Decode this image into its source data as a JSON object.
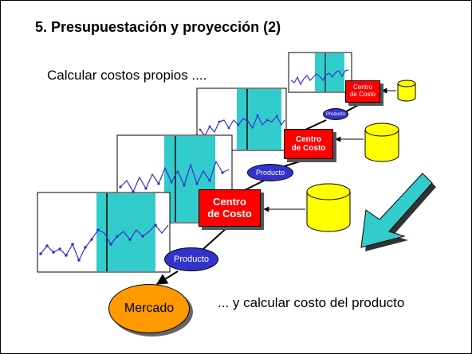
{
  "slide": {
    "title": "5. Presupuestación y proyección (2)",
    "subtitle": "Calcular costos propios ....",
    "footer": "... y calcular costo del producto"
  },
  "cost_centers": [
    {
      "line1": "Centro",
      "line2": "de Costo"
    },
    {
      "line1": "Centro",
      "line2": "de Costo"
    },
    {
      "line1": "Centro",
      "line2": "de Costo"
    }
  ],
  "products": [
    "Producto",
    "Producto",
    "Producto"
  ],
  "market": "Mercado",
  "colors": {
    "cost_center": "#ff0000",
    "product": "#3333cc",
    "market": "#ff9900",
    "database": "#ffff00",
    "chart_band": "#33cccc",
    "chart_line": "#3333cc",
    "arrow": "#33cccc"
  }
}
